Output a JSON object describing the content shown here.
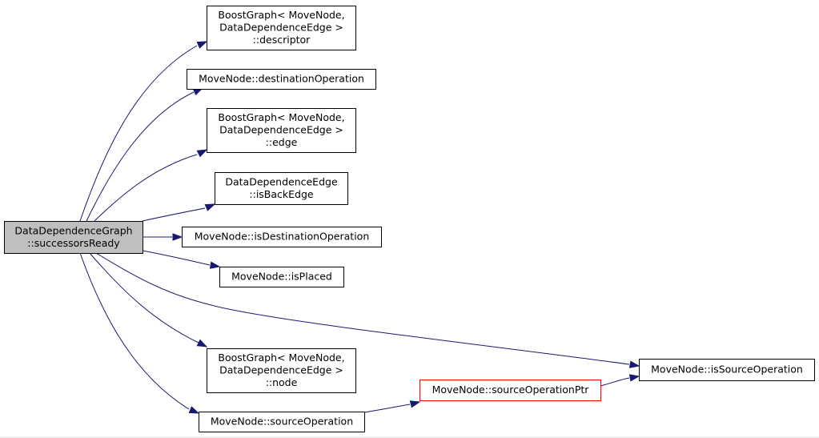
{
  "graph": {
    "colors": {
      "edge": "#191970",
      "root_fill": "#bfbfbf",
      "highlight_border": "#ff0000"
    },
    "nodes": [
      {
        "id": "root",
        "lines": [
          "DataDependenceGraph",
          "::successorsReady"
        ]
      },
      {
        "id": "descriptor",
        "lines": [
          "BoostGraph< MoveNode,",
          "DataDependenceEdge >",
          "::descriptor"
        ]
      },
      {
        "id": "destinationOperation",
        "lines": [
          "MoveNode::destinationOperation"
        ]
      },
      {
        "id": "edge",
        "lines": [
          "BoostGraph< MoveNode,",
          "DataDependenceEdge >",
          "::edge"
        ]
      },
      {
        "id": "isBackEdge",
        "lines": [
          "DataDependenceEdge",
          "::isBackEdge"
        ]
      },
      {
        "id": "isDestinationOperation",
        "lines": [
          "MoveNode::isDestinationOperation"
        ]
      },
      {
        "id": "isPlaced",
        "lines": [
          "MoveNode::isPlaced"
        ]
      },
      {
        "id": "node",
        "lines": [
          "BoostGraph< MoveNode,",
          "DataDependenceEdge >",
          "::node"
        ]
      },
      {
        "id": "sourceOperation",
        "lines": [
          "MoveNode::sourceOperation"
        ]
      },
      {
        "id": "sourceOperationPtr",
        "lines": [
          "MoveNode::sourceOperationPtr"
        ]
      },
      {
        "id": "isSourceOperation",
        "lines": [
          "MoveNode::isSourceOperation"
        ]
      }
    ],
    "edges": [
      {
        "from": "root",
        "to": "descriptor"
      },
      {
        "from": "root",
        "to": "destinationOperation"
      },
      {
        "from": "root",
        "to": "edge"
      },
      {
        "from": "root",
        "to": "isBackEdge"
      },
      {
        "from": "root",
        "to": "isDestinationOperation"
      },
      {
        "from": "root",
        "to": "isPlaced"
      },
      {
        "from": "root",
        "to": "isSourceOperation"
      },
      {
        "from": "root",
        "to": "node"
      },
      {
        "from": "root",
        "to": "sourceOperation"
      },
      {
        "from": "sourceOperation",
        "to": "sourceOperationPtr"
      },
      {
        "from": "sourceOperationPtr",
        "to": "isSourceOperation"
      }
    ]
  }
}
